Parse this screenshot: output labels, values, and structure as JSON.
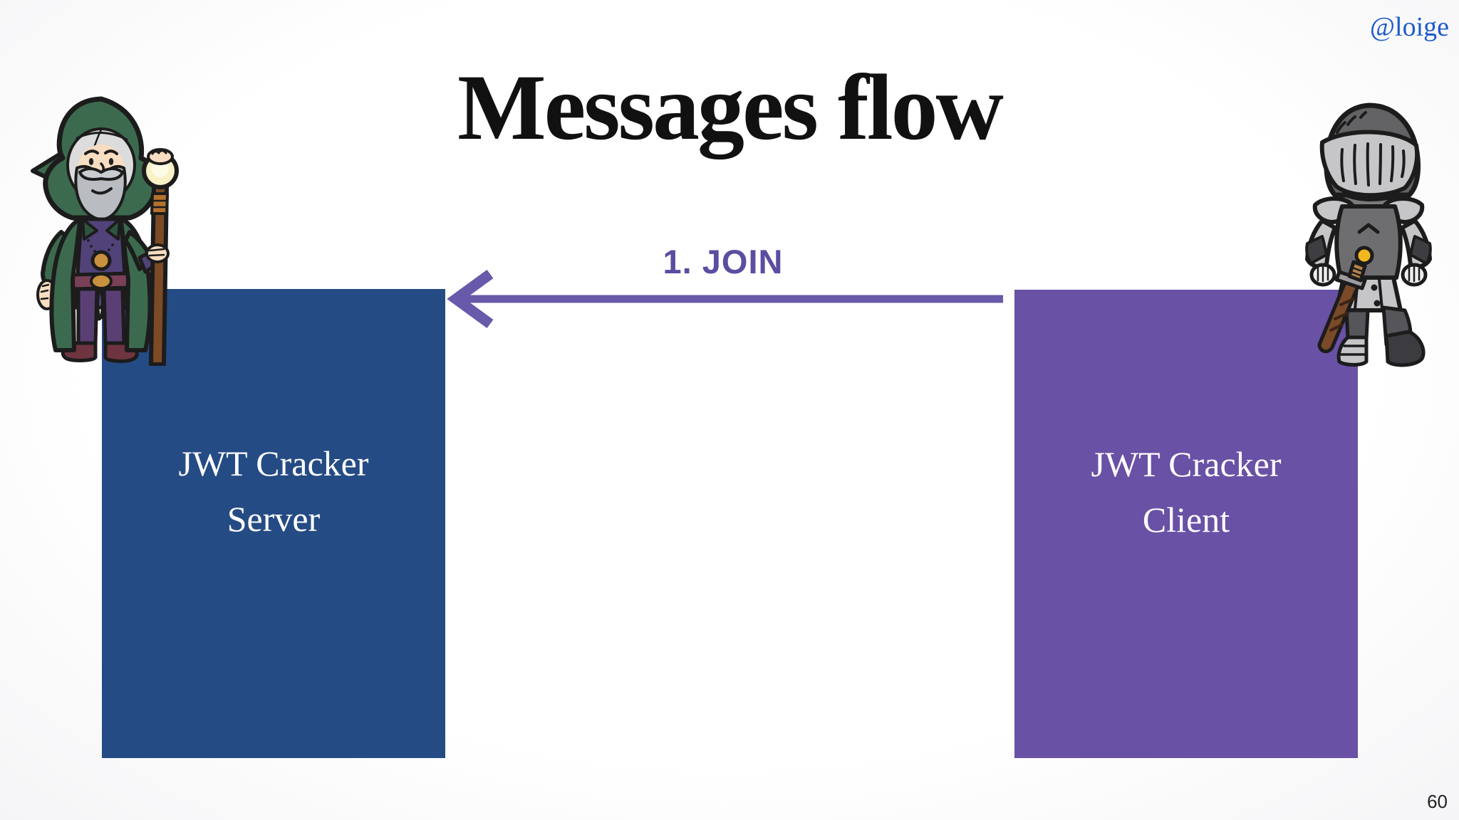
{
  "slide": {
    "title": "Messages flow",
    "handle": "@loige",
    "page_number": "60"
  },
  "flow": {
    "message_label": "1. JOIN",
    "arrow_direction": "left",
    "server_box": {
      "line1": "JWT Cracker",
      "line2": "Server"
    },
    "client_box": {
      "line1": "JWT Cracker",
      "line2": "Client"
    }
  },
  "characters": {
    "left": "wizard-character",
    "right": "knight-character"
  },
  "colors": {
    "background": "#ffffff",
    "title": "#111111",
    "handle": "#1d5bc9",
    "server_box": "#254b84",
    "client_box": "#6951a5",
    "arrow": "#6859ab",
    "message_label": "#5b4da1",
    "box_label_text": "#ffffff",
    "page_number": "#222222"
  }
}
